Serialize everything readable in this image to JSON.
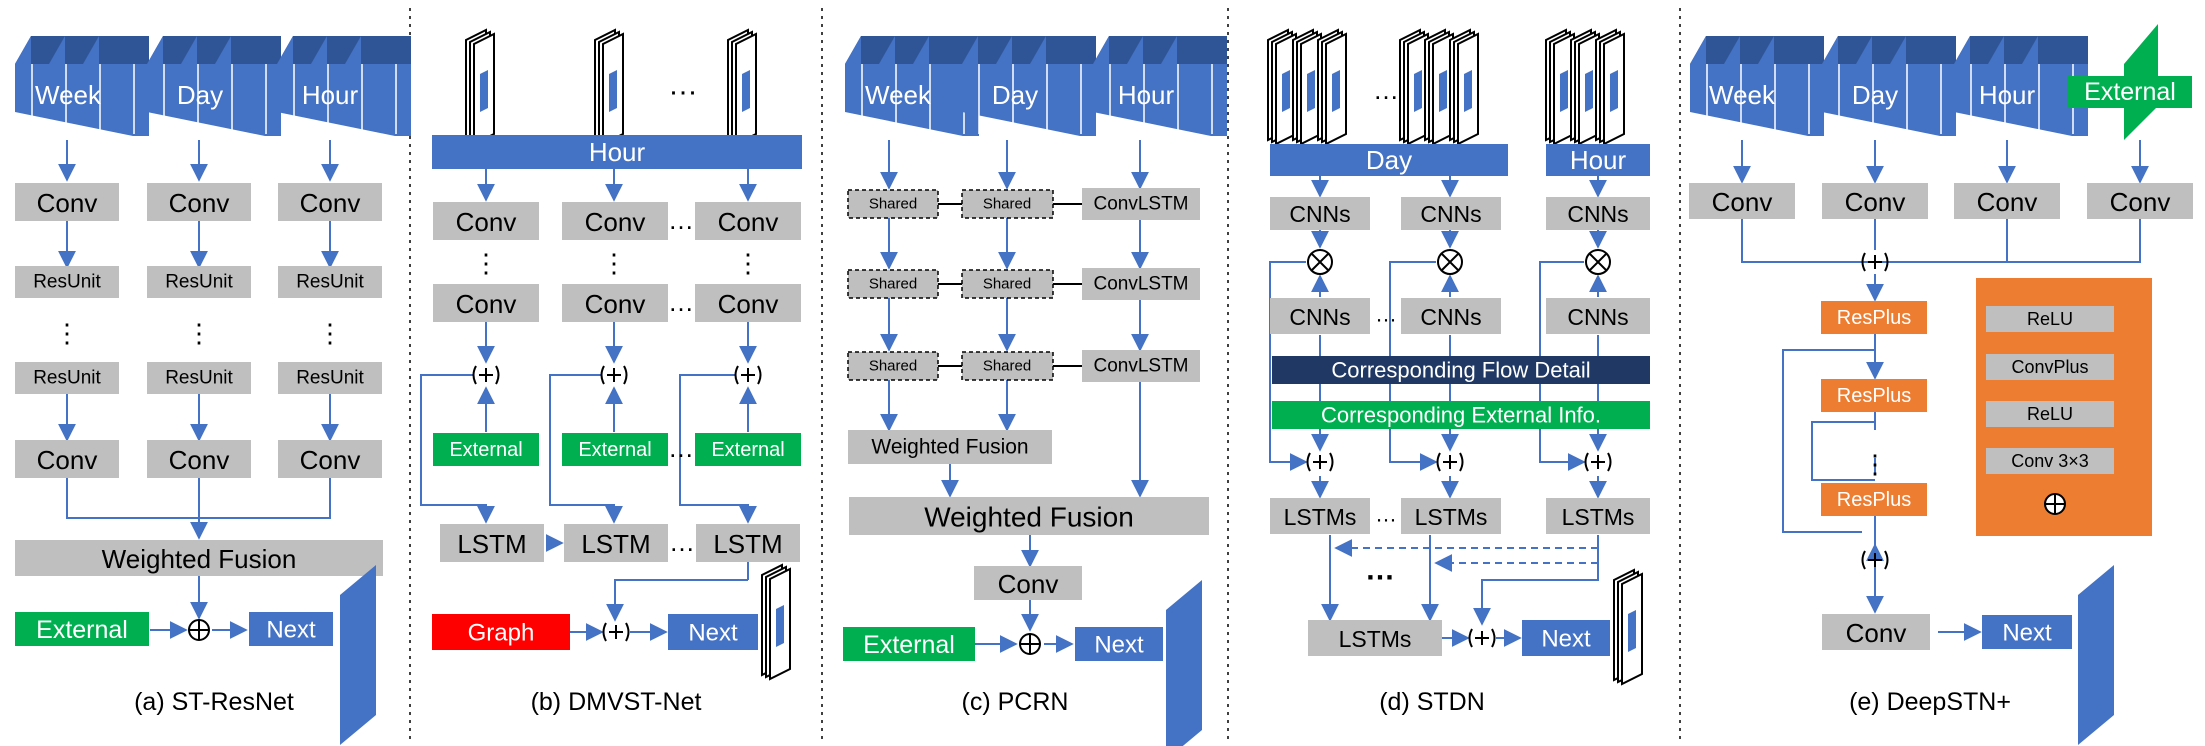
{
  "colors": {
    "blue": "#4472c4",
    "blue_dark": "#2f5597",
    "gray": "#bfbfbf",
    "green": "#00b050",
    "red": "#ff0000",
    "orange": "#ed7d31",
    "navy": "#203864",
    "line": "#4472c4"
  },
  "panels": {
    "a": {
      "caption": "(a) ST-ResNet",
      "inputs": [
        "Week",
        "Day",
        "Hour"
      ],
      "conv": "Conv",
      "resunit": "ResUnit",
      "dots": "⋮",
      "fusion": "Weighted Fusion",
      "external": "External",
      "next": "Next"
    },
    "b": {
      "caption": "(b) DMVST-Net",
      "hour": "Hour",
      "dots_h": "…",
      "dots_v": "⋮",
      "conv": "Conv",
      "external": "External",
      "lstm": "LSTM",
      "graph": "Graph",
      "next": "Next"
    },
    "c": {
      "caption": "(c) PCRN",
      "inputs": [
        "Week",
        "Day",
        "Hour"
      ],
      "shared": "Shared",
      "convlstm": "ConvLSTM",
      "wf_small": "Weighted Fusion",
      "wf_big": "Weighted Fusion",
      "conv": "Conv",
      "external": "External",
      "next": "Next"
    },
    "d": {
      "caption": "(d) STDN",
      "day": "Day",
      "hour": "Hour",
      "cnns": "CNNs",
      "flow": "Corresponding Flow Detail",
      "ext": "Corresponding External Info.",
      "lstms": "LSTMs",
      "dots_h": "…",
      "next": "Next"
    },
    "e": {
      "caption": "(e) DeepSTN+",
      "inputs": [
        "Week",
        "Day",
        "Hour"
      ],
      "external": "External",
      "conv": "Conv",
      "resplus": "ResPlus",
      "relu": "ReLU",
      "convplus": "ConvPlus",
      "conv33": "Conv 3×3",
      "next": "Next"
    }
  }
}
